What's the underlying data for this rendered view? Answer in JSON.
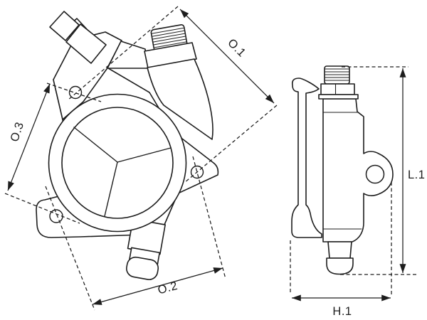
{
  "drawing": {
    "type": "technical-dimension-drawing",
    "part": "vacuum-pump",
    "labels": {
      "o1": "O.1",
      "o2": "O.2",
      "o3": "O.3",
      "l1": "L.1",
      "h1": "H.1"
    },
    "colors": {
      "ink": "#1d1d1d",
      "background": "#ffffff"
    }
  }
}
